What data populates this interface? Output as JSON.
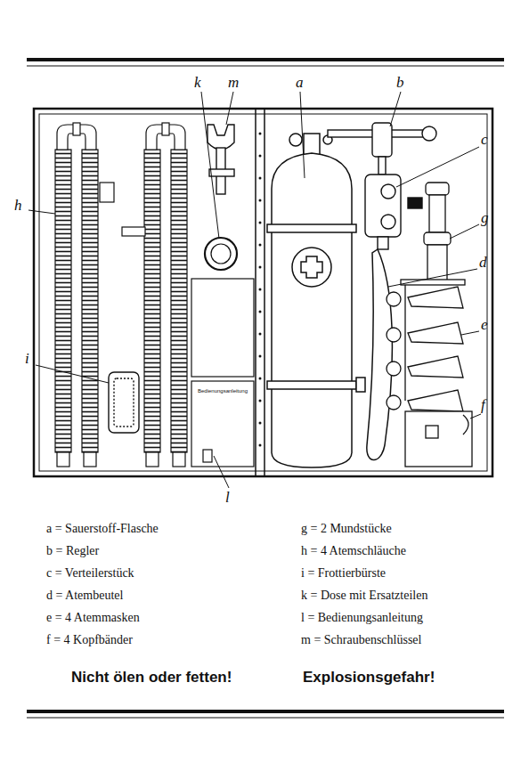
{
  "diagram": {
    "labels": [
      "k",
      "m",
      "a",
      "b",
      "c",
      "h",
      "g",
      "d",
      "e",
      "i",
      "f",
      "l",
      "Bedienungsanleitung",
      "a = Sauerstoff-Flasche",
      "b = Regler",
      "c = Verteilerstück",
      "d = Atembeutel",
      "e = 4 Atemmasken",
      "f = 4 Kopfbänder",
      "g = 2 Mundstücke",
      "h = 4 Atemschläuche",
      "i = Frottierbürste",
      "k = Dose mit Ersatzteilen",
      "l = Bedienungsanleitung",
      "m = Schraubenschlüssel",
      "Nicht ölen oder fetten!",
      "Explosionsgefahr!"
    ]
  }
}
